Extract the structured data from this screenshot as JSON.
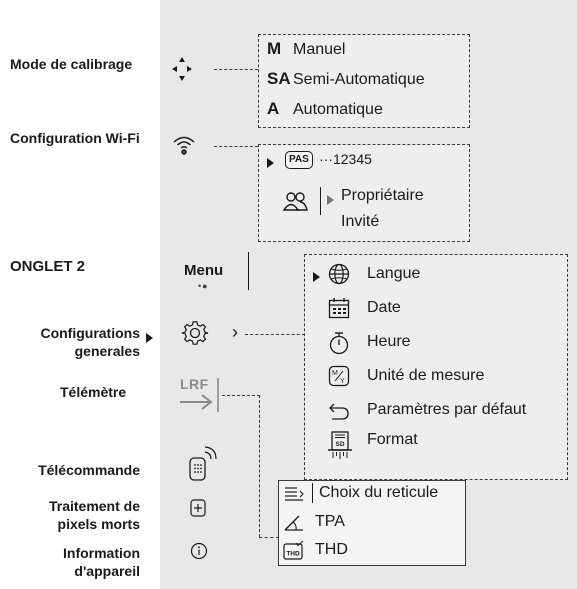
{
  "left_labels": {
    "calibration_mode": "Mode de calibrage",
    "wifi_config": "Configuration Wi-Fi",
    "tab2": "ONGLET 2",
    "general_config_line1": "Configurations",
    "general_config_line2": "generales",
    "rangefinder": "Télémètre",
    "remote": "Télécommande",
    "dead_pixels_line1": "Traitement de",
    "dead_pixels_line2": "pixels morts",
    "device_info_line1": "Information",
    "device_info_line2": "d'appareil"
  },
  "calibration": {
    "options": [
      {
        "code": "M",
        "label": "Manuel"
      },
      {
        "code": "SA",
        "label": "Semi-Automatique"
      },
      {
        "code": "A",
        "label": "Automatique"
      }
    ]
  },
  "wifi": {
    "pas_badge": "PAS",
    "password": "···12345",
    "owner": "Propriétaire",
    "guest": "Invité"
  },
  "menu": {
    "label": "Menu",
    "dots": "•●"
  },
  "rangefinder_icon_text": "LRF",
  "general_settings": {
    "arrow": "›",
    "items": [
      "Langue",
      "Date",
      "Heure",
      "Unité de mesure",
      "Paramètres par défaut",
      "Format"
    ]
  },
  "lrf_submenu": {
    "items": [
      "Choix du reticule",
      "TPA",
      "THD"
    ]
  },
  "icon_text": {
    "unit_top": "M",
    "unit_bottom": "Y",
    "sd": "SD",
    "thd": "THD"
  },
  "colors": {
    "panel_bg": "#e8e8e8",
    "text": "#1a1a1a",
    "border": "#3a3a3a",
    "muted": "#777777"
  }
}
